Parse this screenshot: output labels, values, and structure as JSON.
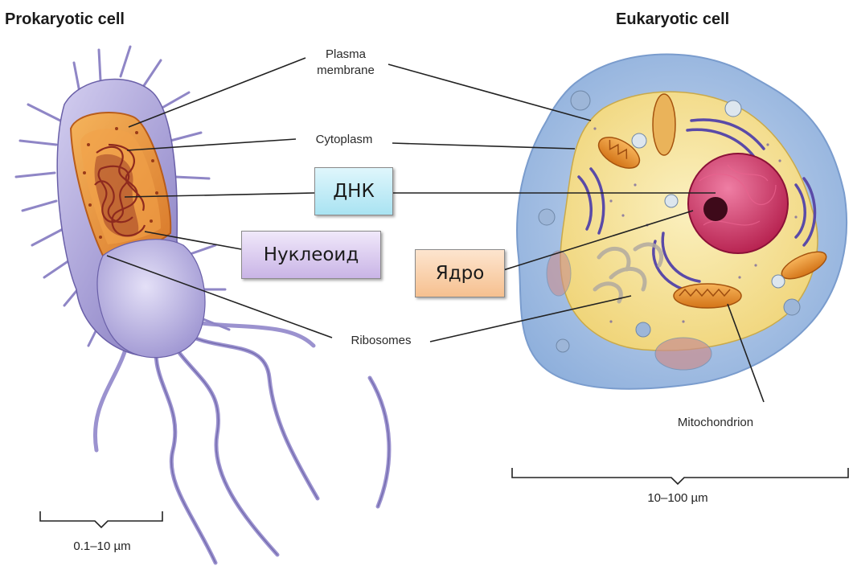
{
  "titles": {
    "prokaryote": "Prokaryotic cell",
    "eukaryote": "Eukaryotic cell"
  },
  "labels": {
    "plasma_membrane_line1": "Plasma",
    "plasma_membrane_line2": "membrane",
    "cytoplasm": "Cytoplasm",
    "ribosomes": "Ribosomes",
    "mitochondrion": "Mitochondrion"
  },
  "callouts": {
    "dna": "ДНК",
    "nucleoid": "Нуклеоид",
    "nucleus": "Ядро"
  },
  "scales": {
    "prokaryote": "0.1–10 µm",
    "eukaryote": "10–100 µm"
  },
  "colors": {
    "prokaryote_membrane": "#a79fd6",
    "prokaryote_cytoplasm": "#e8953a",
    "nucleoid": "#8e2a1e",
    "eukaryote_cytoplasm": "#f7e7a0",
    "eukaryote_outer": "#b9cde8",
    "nucleus": "#cc2b5e",
    "er": "#5a4aa8",
    "mitochondria": "#e4922e",
    "callout_dna": "#a9e3f2",
    "callout_nucleoid": "#c9b4e6",
    "callout_nucleus": "#f6c08f"
  }
}
